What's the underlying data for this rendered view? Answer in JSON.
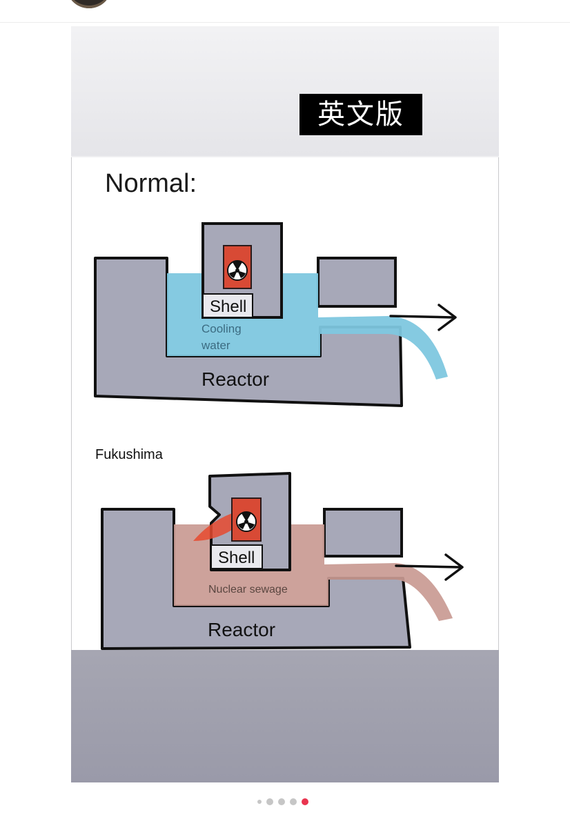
{
  "post": {
    "badge_text": "英文版",
    "diagram": {
      "normal_title": "Normal:",
      "normal_shell_label": "Shell",
      "normal_water_label_1": "Cooling",
      "normal_water_label_2": "water",
      "normal_reactor_label": "Reactor",
      "fukushima_title": "Fukushima",
      "fukushima_shell_label": "Shell",
      "fukushima_water_label": "Nuclear sewage",
      "fukushima_reactor_label": "Reactor"
    },
    "colors": {
      "reactor_gray": "#a7a8b8",
      "cooling_water": "#7ec7df",
      "nuclear_sewage": "#c99a92",
      "core_red": "#d84a35"
    }
  },
  "carousel": {
    "total": 5,
    "active_index": 4
  }
}
